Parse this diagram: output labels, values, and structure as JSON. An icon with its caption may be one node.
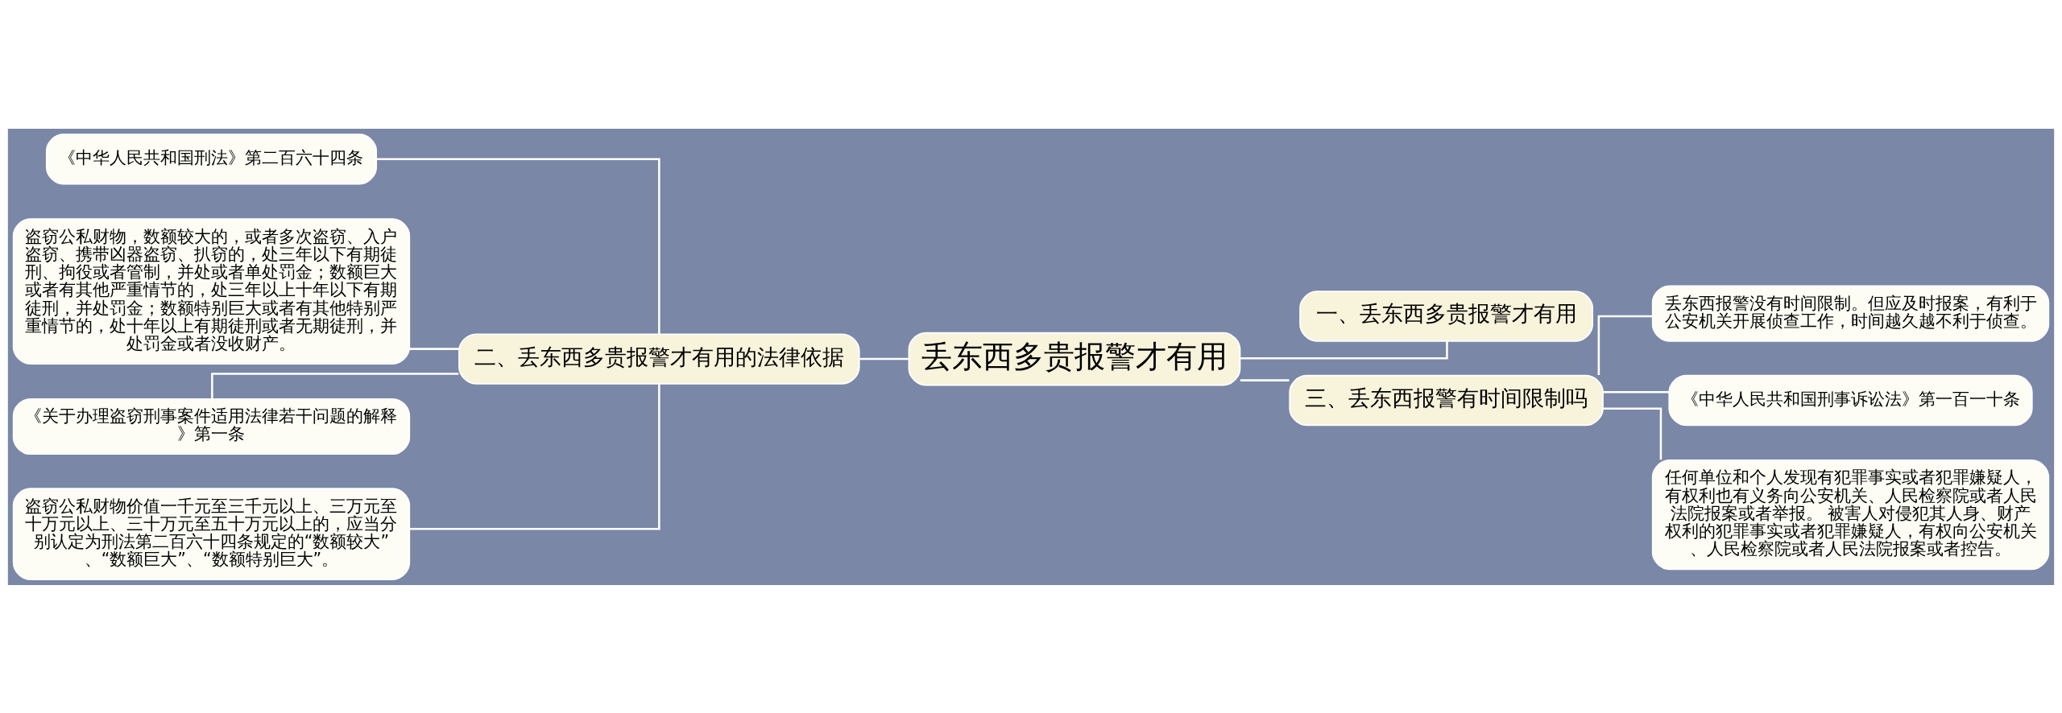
{
  "diagram": {
    "nodes": [
      {
        "text": [
          "丢东西多贵报警才有用"
        ]
      },
      {
        "text": [
          "二、丢东西多贵报警才有用的法律依据"
        ]
      },
      {
        "text": [
          "《中华人民共和国刑法》第二百六十四条"
        ]
      },
      {
        "text": [
          "盗窃公私财物，数额较大的，或者多次盗窃、入户盗窃、携带凶器盗窃、扒窃的，处三年以下有期徒刑、拘役或者管制，并处或者单处罚金；数额巨大或者有其他严重情节的，处三年以上十年以下有期徒刑，并处罚金；数额特别巨大或者有其他特别严重情节的，处十年以上有期徒刑或者无期徒刑，并处罚金或者没收财产。"
        ]
      },
      {
        "text": [
          "《关于办理盗窃刑事案件适用法律若干问题的解释》第一条"
        ]
      },
      {
        "text": [
          "盗窃公私财物价值一千元至三千元以上、三万元至十万元以上、三十万元至五十万元以上的，应当分别认定为刑法第二百六十四条规定的“数额较大”、“数额巨大”、“数额特别巨大”。"
        ]
      },
      {
        "text": [
          "一、丢东西多贵报警才有用"
        ]
      },
      {
        "text": [
          "三、丢东西报警有时间限制吗"
        ]
      },
      {
        "text": [
          "丢东西报警没有时间限制。但应及时报案，有利于公安机关开展侦查工作，时间越久越不利于侦查。"
        ]
      },
      {
        "text": [
          "《中华人民共和国刑事诉讼法》第一百一十条"
        ]
      },
      {
        "text": [
          "任何单位和个人发现有犯罪事实或者犯罪嫌疑人，有权利也有义务向公安机关、人民检察院或者人民法院报案或者举报。 被害人对侵犯其人身、财产权利的犯罪事实或者犯罪嫌疑人，有权向公安机关、人民检察院或者人民法院报案或者控告。"
        ]
      }
    ],
    "edges": [
      {
        "from": 1,
        "to": 0,
        "arrow": "none"
      },
      {
        "from": 2,
        "to": 1,
        "arrow": "none"
      },
      {
        "from": 3,
        "to": 1,
        "arrow": "none"
      },
      {
        "from": 4,
        "to": 1,
        "arrow": "none"
      },
      {
        "from": 5,
        "to": 1,
        "arrow": "none"
      },
      {
        "from": 0,
        "to": 6,
        "arrow": "none"
      },
      {
        "from": 0,
        "to": 7,
        "arrow": "none"
      },
      {
        "from": 7,
        "to": 8,
        "arrow": "none"
      },
      {
        "from": 7,
        "to": 9,
        "arrow": "none"
      },
      {
        "from": 7,
        "to": 10,
        "arrow": "none"
      }
    ]
  }
}
